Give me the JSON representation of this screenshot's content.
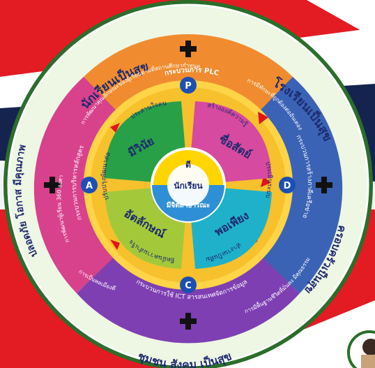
{
  "outer_ring": {
    "top": "นักเรียนเป็นสุข",
    "top_right": "โรงเรียนเป็นสุข",
    "bottom_right": "ครอบครัวเป็นสุข",
    "bottom": "ชุมชน สังคม เป็นสุข",
    "left": "ปลอดภัย โอกาส มีคุณภาพ"
  },
  "green_ring": {
    "top": "การพัฒนาคุณลักษณะของผู้เรียนตามที่สถานศึกษากำหนด",
    "top_right": "การมีทักษะที่ถูกต้องต่ออันเตอง",
    "left": "การพัฒนาผู้เรียน 360 องศา",
    "bottom_left": "การเป็นพลเมืองดี",
    "bottom_right": "การมีพื้นฐานชีวิตที่มั่นคง มีคุณธรรม"
  },
  "process_ring": {
    "plc": "กระบวนการ PLC",
    "ict": "กระบวนการใช้ ICT สารสนเทศจัดการข้อมูล",
    "right": "กระบวนการสร้างภาคีเครือข่าย",
    "left": "กระบวนการบริหารหลักสูตร"
  },
  "letters": {
    "top": "P",
    "right": "D",
    "bottom": "C",
    "left": "A"
  },
  "inner_ring": {
    "top_left": "ประสานใจคน",
    "top_right": "สร้างองค์ความรู้",
    "right": "ประเมินระบบ",
    "bottom_right": "ทำงานเป็นทีม",
    "bottom_left": "ยึดมั่นความสำเร็จ",
    "left": "ปรับปรุงพัฒนาต่อ"
  },
  "petals": {
    "top_left": "มีวินัย",
    "top_right": "ซื่อสัตย์",
    "bottom_right": "พอเพียง",
    "bottom_left": "อัตลักษณ์"
  },
  "center": {
    "top": "ดี",
    "middle": "นักเรียน",
    "bottom": "มีจิตสาธารณะ"
  },
  "colors": {
    "outer_ring": "#eef6e4",
    "green_ring": "#2b8a3e",
    "accent_red": "#e1141b",
    "navy": "#1d2a6e",
    "process_blue": "#3a63b5",
    "letter_blue": "#1c4fb3",
    "inner_yellow": "#f6c12c",
    "petal_green": "#27a048",
    "petal_pink": "#d64a9f",
    "petal_cyan": "#1fb1c9",
    "petal_lime": "#a3c93a",
    "center_yellow": "#ffd500",
    "center_blue": "#2e8fd6"
  }
}
